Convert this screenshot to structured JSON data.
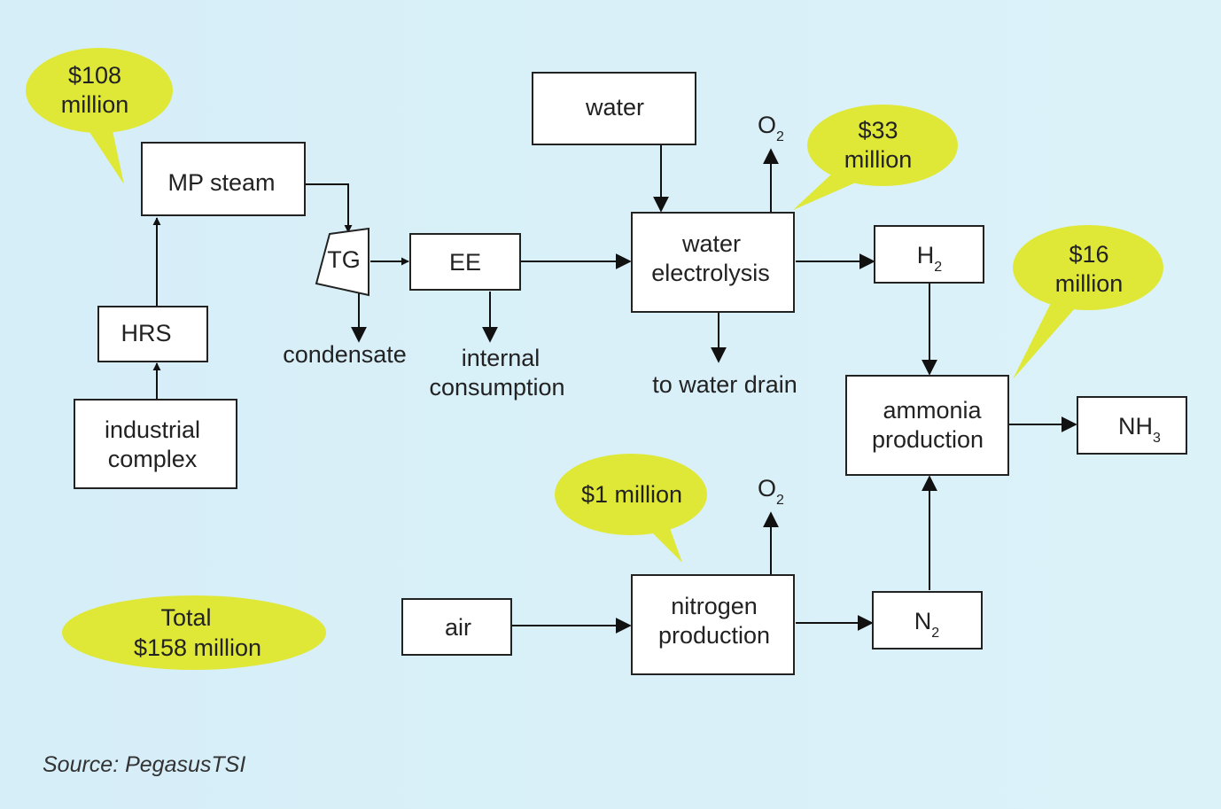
{
  "nodes": {
    "mp_steam": "MP steam",
    "hrs": "HRS",
    "industrial_complex": [
      "industrial",
      "complex"
    ],
    "tg": "TG",
    "ee": "EE",
    "water": "water",
    "water_electrolysis": [
      "water",
      "electrolysis"
    ],
    "h2": {
      "main": "H",
      "sub": "2"
    },
    "ammonia_production": [
      "ammonia",
      "production"
    ],
    "nh3": {
      "main": "NH",
      "sub": "3"
    },
    "air": "air",
    "nitrogen_production": [
      "nitrogen",
      "production"
    ],
    "n2": {
      "main": "N",
      "sub": "2"
    }
  },
  "outputs": {
    "condensate": "condensate",
    "internal_consumption": [
      "internal",
      "consumption"
    ],
    "to_water_drain": "to water drain",
    "o2_top": {
      "main": "O",
      "sub": "2"
    },
    "o2_bottom": {
      "main": "O",
      "sub": "2"
    }
  },
  "callouts": {
    "mp_steam_cost": [
      "$108",
      "million"
    ],
    "electrolysis_cost": [
      "$33",
      "million"
    ],
    "ammonia_cost": [
      "$16",
      "million"
    ],
    "nitrogen_cost": "$1 million",
    "total": [
      "Total",
      "$158 million"
    ]
  },
  "source": "Source: PegasusTSI",
  "colors": {
    "background": "#d9f0f8",
    "callout": "#dfe836",
    "box_fill": "#ffffff",
    "stroke": "#222222"
  }
}
